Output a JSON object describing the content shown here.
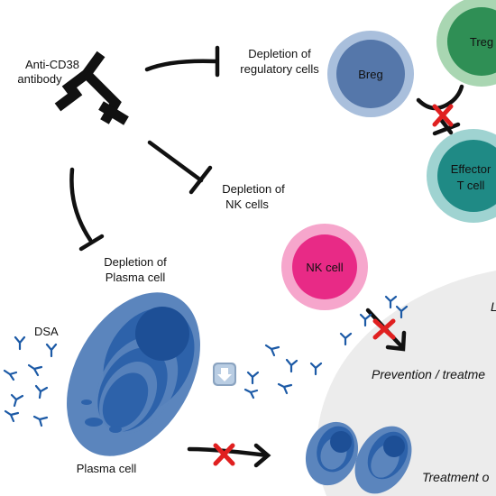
{
  "labels": {
    "antibody_1": "Anti-CD38",
    "antibody_2": "antibody",
    "reg_1": "Depletion of",
    "reg_2": "regulatory cells",
    "nk_1": "Depletion of",
    "nk_2": "NK cells",
    "plasma_1": "Depletion of",
    "plasma_2": "Plasma cell",
    "dsa": "DSA",
    "plasma_cell": "Plasma cell",
    "prevention": "Prevention / treatme",
    "treatment": "Treatment o",
    "edge_letter": "L"
  },
  "cells": {
    "breg": "Breg",
    "treg": "Treg",
    "effector_1": "Effector",
    "effector_2": "T cell",
    "nk": "NK cell"
  },
  "icons": {
    "down_arrow": "⬇"
  },
  "colors": {
    "breg_outer": "#a9bfdc",
    "breg_inner": "#5577aa",
    "treg_outer": "#a9d6b2",
    "treg_inner": "#2f8f55",
    "effector_outer": "#9fd3d1",
    "effector_inner": "#1f8a85",
    "nk_outer": "#f6a6cc",
    "nk_inner": "#e82a86",
    "plasma": "#5b85bd",
    "plasma_dark": "#1d4f96",
    "cross": "#e02020",
    "antibody_small": "#1c5aa6",
    "graft_bg": "#ececec"
  }
}
